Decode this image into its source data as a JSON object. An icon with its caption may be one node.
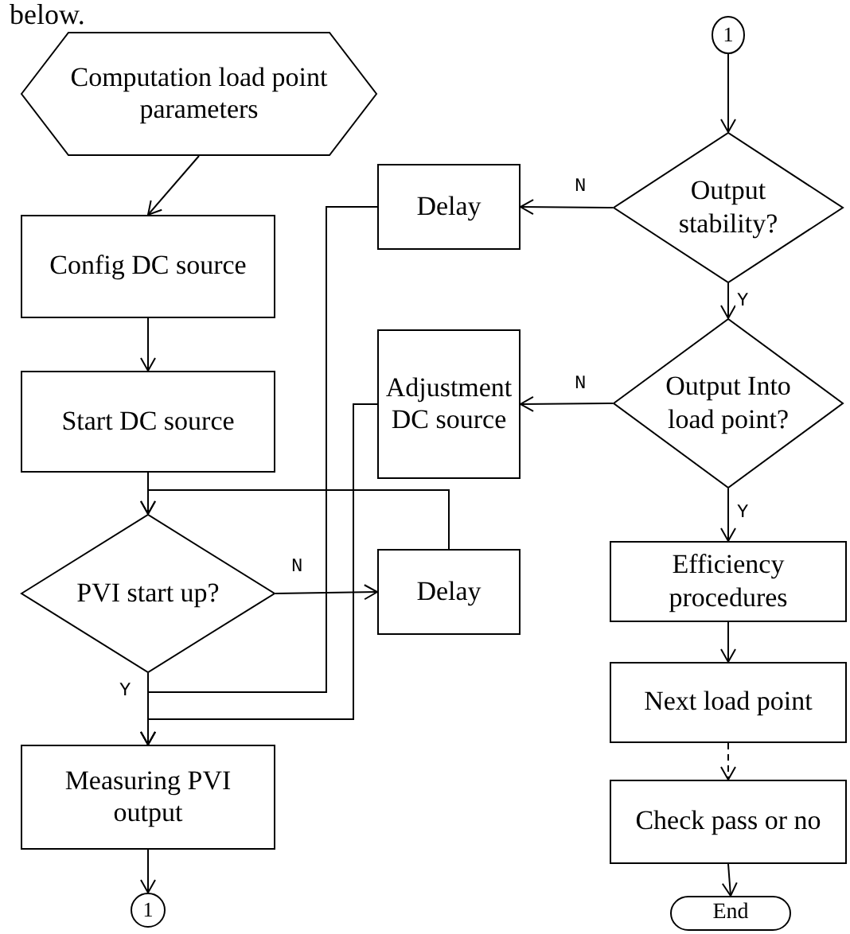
{
  "diagram": {
    "nodes": [
      {
        "text": [
          "Computation load point parameters"
        ]
      },
      {
        "text": [
          "Config  DC source"
        ]
      },
      {
        "text": [
          "Start DC source"
        ]
      },
      {
        "text": [
          "PVI start up?"
        ]
      },
      {
        "text": [
          "Delay"
        ]
      },
      {
        "text": [
          "Measuring PVI output"
        ]
      },
      {
        "text": [
          "1"
        ]
      },
      {
        "text": [
          "1"
        ]
      },
      {
        "text": [
          "Output stability?"
        ]
      },
      {
        "text": [
          "Delay"
        ]
      },
      {
        "text": [
          "Adjustment DC source"
        ]
      },
      {
        "text": [
          "Output Into load point?"
        ]
      },
      {
        "text": [
          "Efficiency procedures"
        ]
      },
      {
        "text": [
          "Next load point"
        ]
      },
      {
        "text": [
          "Check pass or no"
        ]
      },
      {
        "text": [
          "End"
        ]
      }
    ],
    "edges": [
      {
        "from": 0,
        "to": 1,
        "arrow": "to"
      },
      {
        "from": 1,
        "to": 2,
        "arrow": "to"
      },
      {
        "from": 2,
        "to": 3,
        "arrow": "to"
      },
      {
        "from": 3,
        "to": 4,
        "arrow": "to",
        "label": "N"
      },
      {
        "from": 3,
        "to": 5,
        "arrow": "to",
        "label": "Y"
      },
      {
        "from": 4,
        "to": 3,
        "arrow": "to"
      },
      {
        "from": 5,
        "to": 6,
        "arrow": "to"
      },
      {
        "from": 7,
        "to": 8,
        "arrow": "to"
      },
      {
        "from": 8,
        "to": 9,
        "arrow": "to",
        "label": "N"
      },
      {
        "from": 8,
        "to": 11,
        "arrow": "to",
        "label": "Y"
      },
      {
        "from": 9,
        "to": 5,
        "arrow": "to"
      },
      {
        "from": 11,
        "to": 10,
        "arrow": "to",
        "label": "N"
      },
      {
        "from": 10,
        "to": 5,
        "arrow": "to"
      },
      {
        "from": 11,
        "to": 12,
        "arrow": "to",
        "label": "Y"
      },
      {
        "from": 12,
        "to": 13,
        "arrow": "to"
      },
      {
        "from": 13,
        "to": 14,
        "arrow": "to",
        "style": "dashed"
      },
      {
        "from": 14,
        "to": 15,
        "arrow": "to"
      }
    ],
    "labels": [
      "below."
    ]
  }
}
